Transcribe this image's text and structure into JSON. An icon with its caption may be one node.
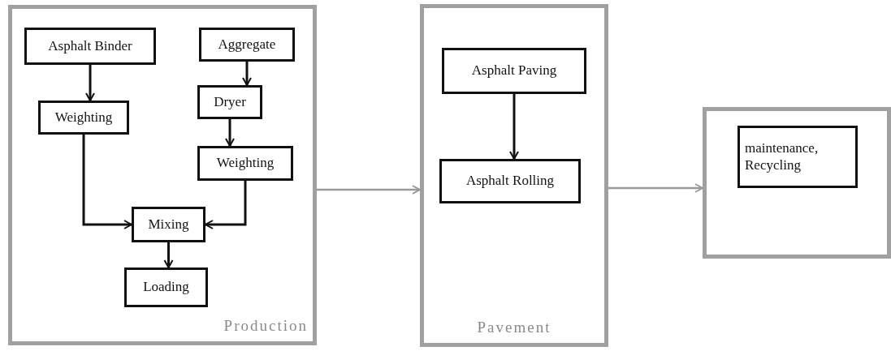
{
  "diagram": {
    "nodes": [
      {
        "text": [
          "Production"
        ]
      },
      {
        "text": [
          "Asphalt Binder"
        ],
        "in": 0
      },
      {
        "text": [
          "Aggregate"
        ],
        "in": 0
      },
      {
        "text": [
          "Weighting"
        ],
        "in": 0
      },
      {
        "text": [
          "Dryer"
        ],
        "in": 0
      },
      {
        "text": [
          "Weighting"
        ],
        "in": 0
      },
      {
        "text": [
          "Mixing"
        ],
        "in": 0
      },
      {
        "text": [
          "Loading"
        ],
        "in": 0
      },
      {
        "text": [
          "Pavement"
        ]
      },
      {
        "text": [
          "Asphalt Paving"
        ],
        "in": 8
      },
      {
        "text": [
          "Asphalt Rolling"
        ],
        "in": 8
      },
      {
        "text": [],
        "shape": "box"
      },
      {
        "text": [
          "maintenance, Recycling"
        ],
        "in": 11
      }
    ],
    "edges": [
      {
        "from": 1,
        "to": 3,
        "arrow": "to"
      },
      {
        "from": 2,
        "to": 4,
        "arrow": "to"
      },
      {
        "from": 4,
        "to": 5,
        "arrow": "to"
      },
      {
        "from": 3,
        "to": 6,
        "arrow": "to"
      },
      {
        "from": 5,
        "to": 6,
        "arrow": "to"
      },
      {
        "from": 6,
        "to": 7,
        "arrow": "to"
      },
      {
        "from": 9,
        "to": 10,
        "arrow": "to"
      },
      {
        "from": 0,
        "to": 8,
        "arrow": "to",
        "color": "#9a9a9a"
      },
      {
        "from": 8,
        "to": 11,
        "arrow": "to",
        "color": "#9a9a9a"
      }
    ]
  }
}
